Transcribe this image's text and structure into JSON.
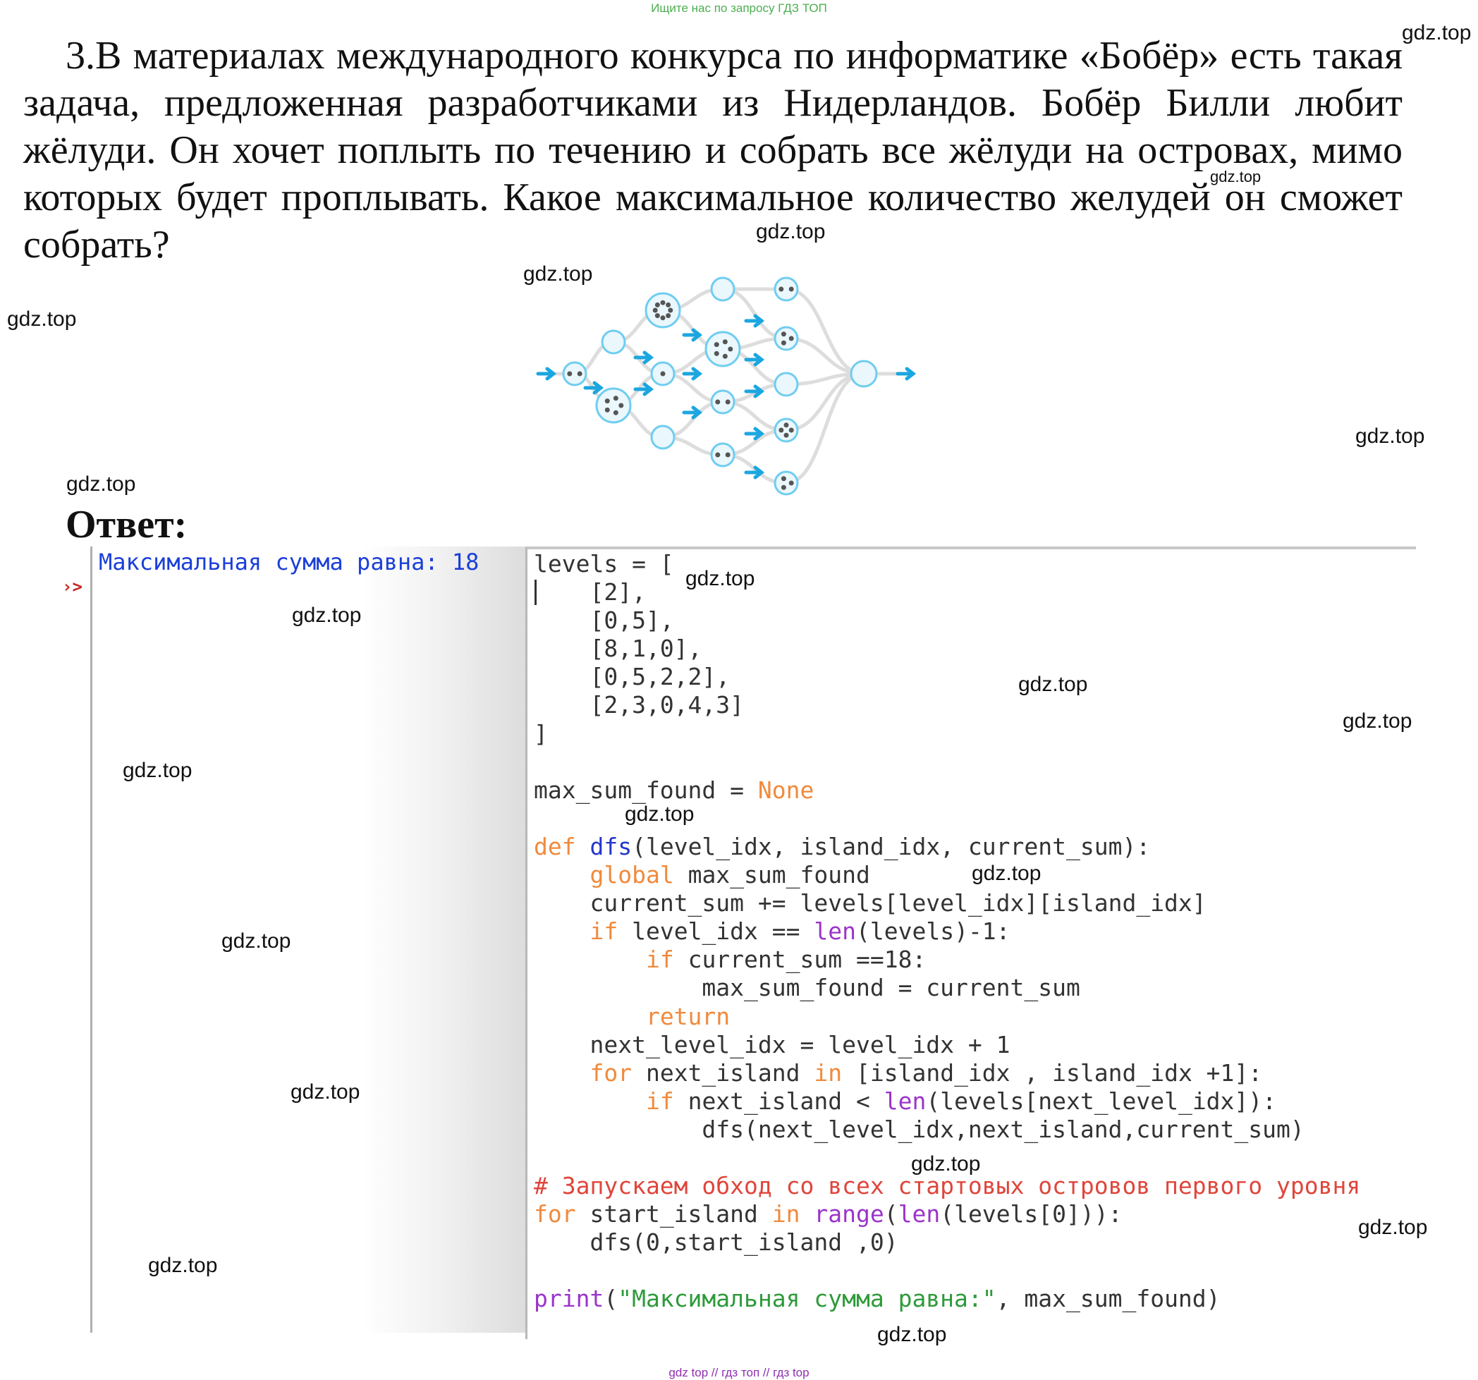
{
  "top_banner": "Ищите нас по запросу ГДЗ ТОП",
  "problem_text": "3.В материалах международного конкурса по информатике «Бобёр» есть такая задача, предложенная разработчиками из Нидерландов. Бобёр Билли любит жёлуди. Он хочет поплыть по течению и собрать все жёлуди на островах, мимо которых будет проплывать. Какое максимальное количество желудей он сможет собрать?",
  "answer_title": "Ответ:",
  "watermark": "gdz.top",
  "diagram": {
    "acorn_counts": [
      [
        2
      ],
      [
        0,
        5
      ],
      [
        8,
        1,
        0
      ],
      [
        0,
        5,
        2,
        2
      ],
      [
        2,
        3,
        0,
        4,
        3
      ]
    ],
    "colors": {
      "node_fill": "#eaf7fd",
      "node_stroke": "#6fcdf0",
      "arrow": "#1ba6e0",
      "edge": "#dddddd"
    }
  },
  "output": {
    "gutter": "›>",
    "line": "Максимальная сумма равна: 18"
  },
  "code": {
    "levels_open": "levels = [",
    "rows": [
      "[2],",
      "[0,5],",
      "[8,1,0],",
      "[0,5,2,2],",
      "[2,3,0,4,3]"
    ],
    "levels_close": "]",
    "max_sum_var": "max_sum_found",
    "assign": " = ",
    "none_kw": "None",
    "def_kw": "def",
    "dfs_name": "dfs",
    "def_params": "(level_idx, island_idx, current_sum):",
    "global_kw": "global",
    "global_var": " max_sum_found",
    "line_accum": "current_sum += levels[level_idx][island_idx]",
    "if_kw": "if",
    "if1_a": " level_idx == ",
    "len_fn": "len",
    "if1_b": "(levels)-1:",
    "if2_rest": " current_sum ==18:",
    "assign_max": "max_sum_found = current_sum",
    "return_kw": "return",
    "next_level": "next_level_idx = level_idx + 1",
    "for_kw": "for",
    "for1_a": " next_island ",
    "in_kw": "in",
    "for1_b": " [island_idx , island_idx +1]:",
    "if3_a": " next_island < ",
    "if3_b": "(levels[next_level_idx]):",
    "dfs_call": "dfs(next_level_idx,next_island,current_sum)",
    "comment": "# Запускаем обход со всех стартовых островов первого уровня",
    "for2_a": " start_island ",
    "range_fn": "range",
    "for2_b": "(",
    "for2_c": "(levels[0])):",
    "dfs_start": "dfs(0,start_island ,0)",
    "print_fn": "print",
    "print_open": "(",
    "print_str": "\"Максимальная сумма равна:\"",
    "print_rest": ", max_sum_found)"
  },
  "bottom_banner": "gdz top // гдз топ // гдз top"
}
